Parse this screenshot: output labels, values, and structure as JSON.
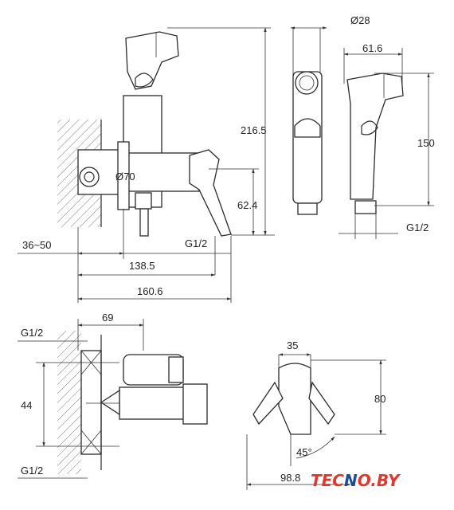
{
  "dimensions": {
    "top_hose_dia": "Ø28",
    "shower_head_width": "61.6",
    "total_height": "216.5",
    "head_height": "150",
    "rosette_dia": "Ø70",
    "outlet_height": "62.4",
    "thread_side_right": "G1/2",
    "thread_bottom_left": "G1/2",
    "wall_depth": "36~50",
    "body_depth": "138.5",
    "total_depth": "160.6",
    "bottom_thread_top": "G1/2",
    "bottom_width_69": "69",
    "bottom_height_44": "44",
    "bottom_thread_bottom": "G1/2",
    "lever_width": "35",
    "lever_height": "80",
    "lever_angle": "45°",
    "lever_depth": "98.8"
  },
  "brand": {
    "part1": "TEC",
    "part2": "N",
    "part3": "O.BY",
    "color_main": "#e2382b",
    "color_accent": "#1a4e9a"
  }
}
